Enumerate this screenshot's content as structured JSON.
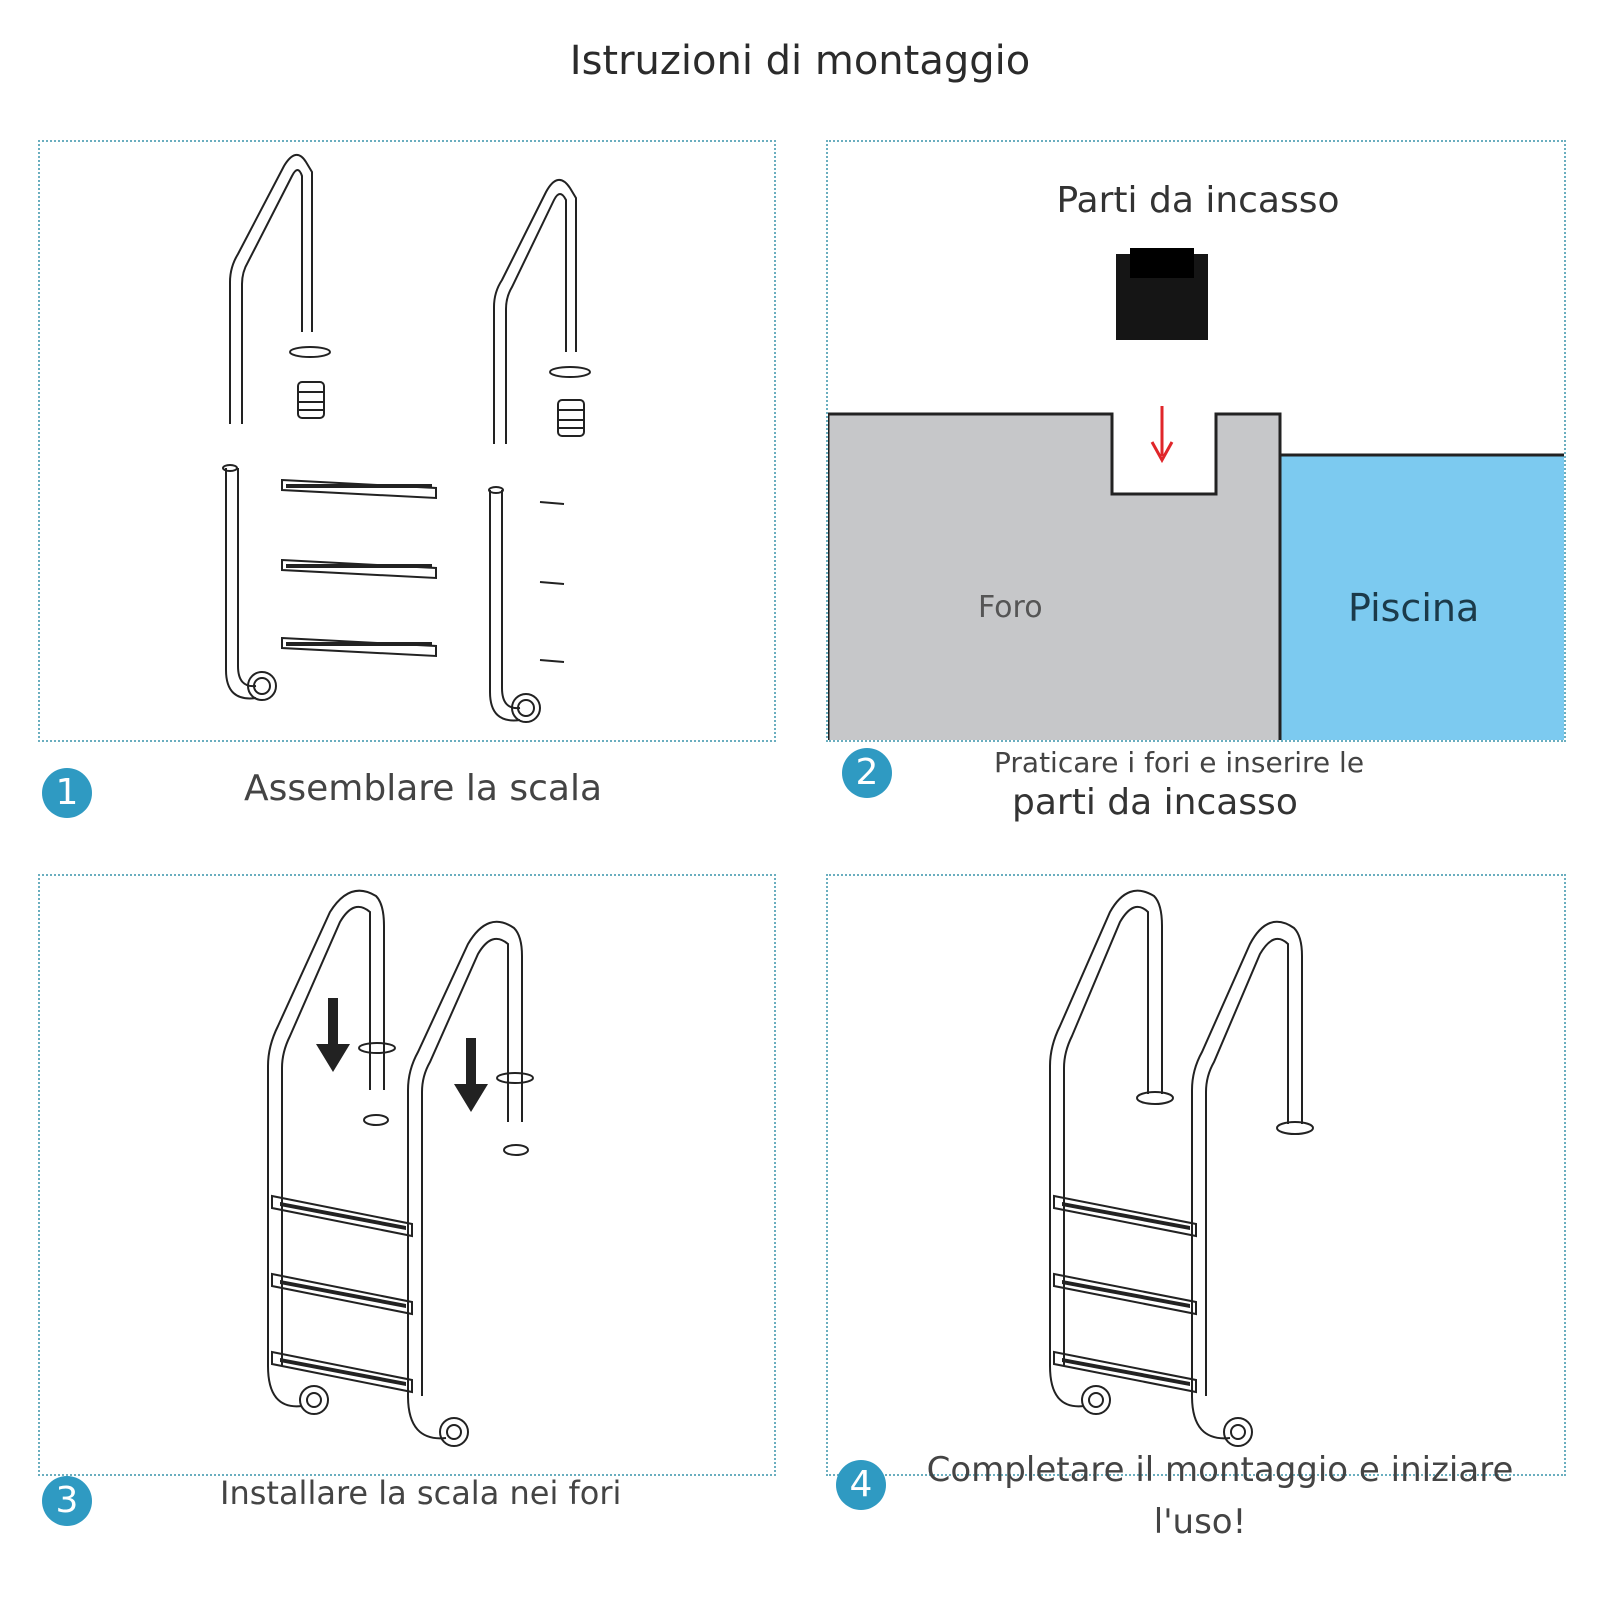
{
  "title": "Istruzioni di montaggio",
  "steps": [
    {
      "number": "1",
      "caption": "Assemblare la scala"
    },
    {
      "number": "2",
      "caption_line1": "Praticare i fori e inserire le",
      "caption_line2": "parti da incasso"
    },
    {
      "number": "3",
      "caption": "Installare la scala nei fori"
    },
    {
      "number": "4",
      "caption_line1": "Completare il montaggio e iniziare",
      "caption_line2": "l'uso!"
    }
  ],
  "diagram2": {
    "embed_label": "Parti da incasso",
    "hole_label": "Foro",
    "pool_label": "Piscina"
  },
  "colors": {
    "accent": "#2f9ac2",
    "border": "#6aaebf",
    "ground": "#c6c7c9",
    "pool": "#7ccaf0",
    "arrow_red": "#e0262a"
  }
}
